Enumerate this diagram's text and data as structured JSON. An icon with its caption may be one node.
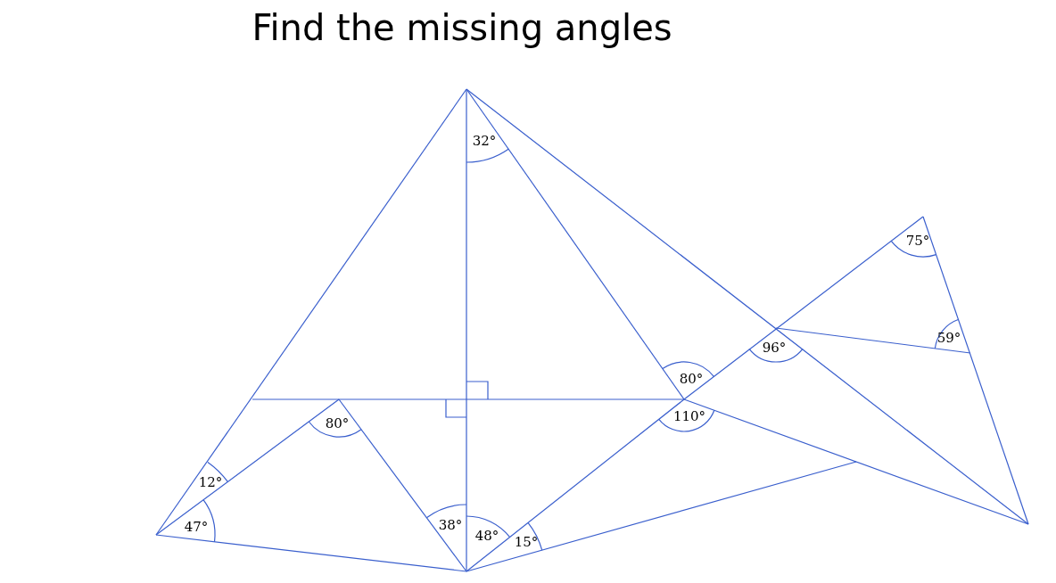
{
  "diagram": {
    "title": "Find the missing angles",
    "labels": [
      "32°",
      "75°",
      "59°",
      "96°",
      "80°",
      "110°",
      "80°",
      "12°",
      "47°",
      "38°",
      "48°",
      "15°"
    ]
  }
}
